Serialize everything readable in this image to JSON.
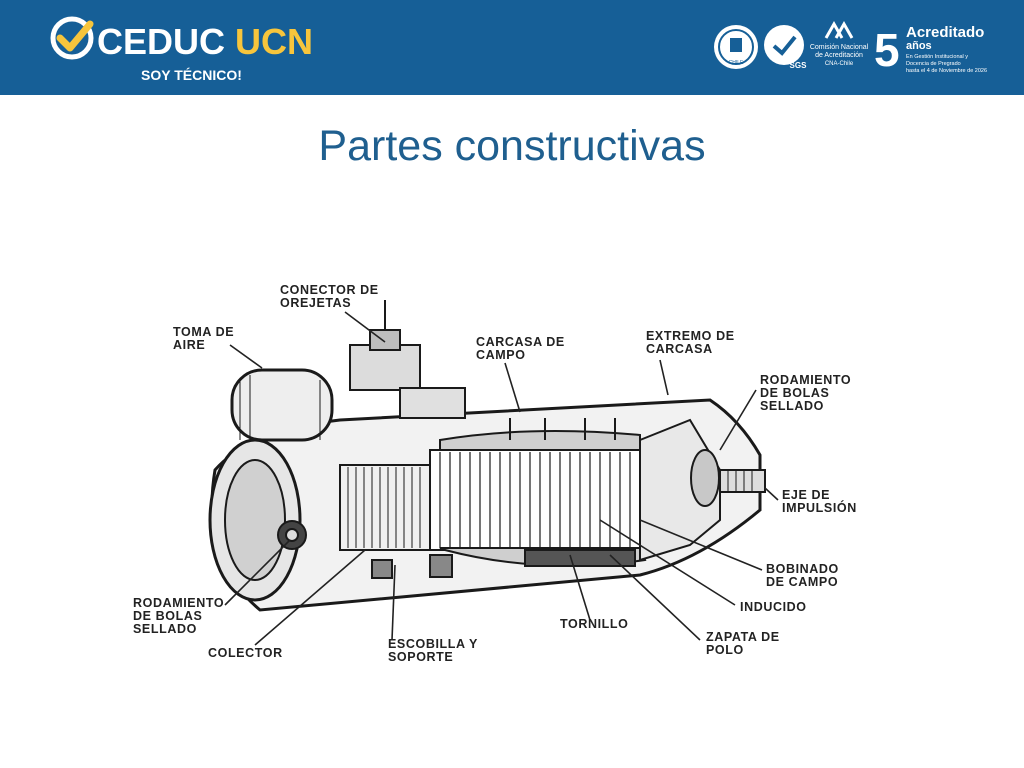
{
  "header": {
    "brand": {
      "name_part1": "CEDUC",
      "name_part2": "UCN",
      "slogan": "SOY TÉCNICO!"
    },
    "accreditation": {
      "seal_text": "CHILE",
      "sgs_text": "SGS",
      "cna_lines": [
        "Comisión Nacional",
        "de Acreditación",
        "CNA-Chile"
      ],
      "years": "5",
      "title": "Acreditado",
      "subtitle": "años",
      "detail_lines": [
        "En Gestión Institucional y",
        "Docencia de Pregrado",
        "hasta el 4 de Noviembre de 2026"
      ]
    },
    "colors": {
      "bar": "#165f97",
      "accent": "#f7c53c"
    }
  },
  "slide": {
    "title": "Partes constructivas"
  },
  "diagram": {
    "labels": {
      "conector": [
        "CONECTOR DE",
        "OREJETAS"
      ],
      "toma_aire": [
        "TOMA DE",
        "AIRE"
      ],
      "carcasa_campo": [
        "CARCASA DE",
        "CAMPO"
      ],
      "extremo_carcasa": [
        "EXTREMO DE",
        "CARCASA"
      ],
      "rodamiento_der": [
        "RODAMIENTO",
        "DE BOLAS",
        "SELLADO"
      ],
      "eje": [
        "EJE DE",
        "IMPULSIÓN"
      ],
      "bobinado": [
        "BOBINADO",
        "DE CAMPO"
      ],
      "inducido": [
        "INDUCIDO"
      ],
      "zapata": [
        "ZAPATA DE",
        "POLO"
      ],
      "tornillo": [
        "TORNILLO"
      ],
      "escobilla": [
        "ESCOBILLA Y",
        "SOPORTE"
      ],
      "colector": [
        "COLECTOR"
      ],
      "rodamiento_izq": [
        "RODAMIENTO",
        "DE BOLAS",
        "SELLADO"
      ]
    }
  }
}
